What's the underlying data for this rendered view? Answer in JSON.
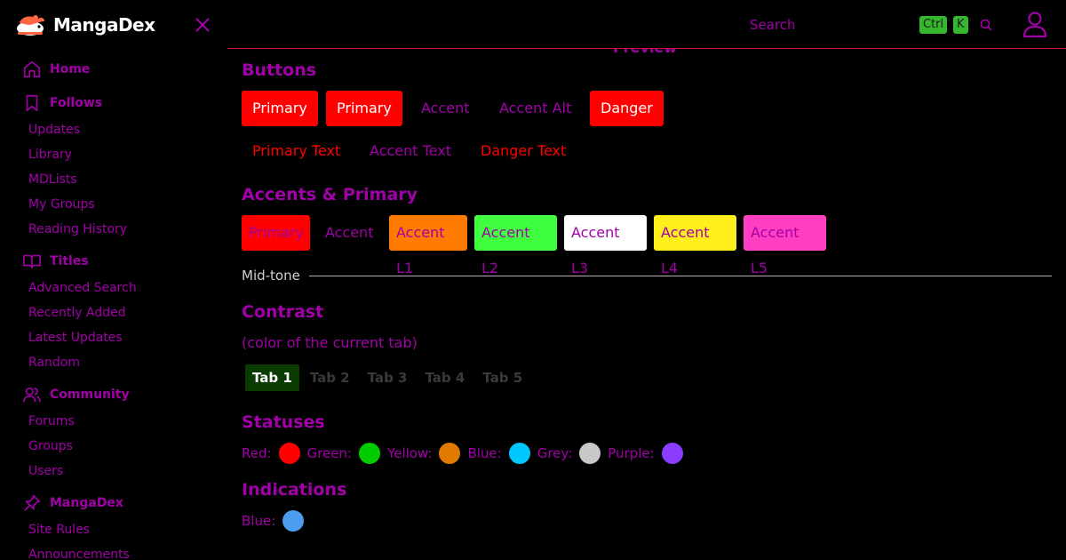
{
  "brand": {
    "name": "MangaDex"
  },
  "sidebar": {
    "sections": [
      {
        "label": "Home",
        "icon": "home-icon",
        "items": []
      },
      {
        "label": "Follows",
        "icon": "bookmark-icon",
        "items": [
          "Updates",
          "Library",
          "MDLists",
          "My Groups",
          "Reading History"
        ]
      },
      {
        "label": "Titles",
        "icon": "book-icon",
        "items": [
          "Advanced Search",
          "Recently Added",
          "Latest Updates",
          "Random"
        ]
      },
      {
        "label": "Community",
        "icon": "users-icon",
        "items": [
          "Forums",
          "Groups",
          "Users"
        ]
      },
      {
        "label": "MangaDex",
        "icon": "pin-icon",
        "items": [
          "Site Rules",
          "Announcements"
        ]
      }
    ]
  },
  "header": {
    "search_placeholder": "Search",
    "kbd_ctrl": "Ctrl",
    "kbd_k": "K"
  },
  "main": {
    "preview_heading": "Preview",
    "buttons_heading": "Buttons",
    "buttons_row1": [
      "Primary",
      "Primary",
      "Accent",
      "Accent Alt",
      "Danger"
    ],
    "buttons_row2": [
      "Primary Text",
      "Accent Text",
      "Danger Text"
    ],
    "accents_heading": "Accents & Primary",
    "accent_swatches": [
      {
        "label": "Primary",
        "bg": "#ff0000"
      },
      {
        "label": "Accent",
        "bg": "transparent"
      },
      {
        "label": "Accent L1",
        "bg": "#ff7b00"
      },
      {
        "label": "Accent L2",
        "bg": "#40ff40"
      },
      {
        "label": "Accent L3",
        "bg": "#ffffff"
      },
      {
        "label": "Accent L4",
        "bg": "#fff01c"
      },
      {
        "label": "Accent L5",
        "bg": "#ff3ec1"
      }
    ],
    "midtone_label": "Mid-tone",
    "contrast_heading": "Contrast",
    "contrast_sub": "(color of the current tab)",
    "tabs": [
      "Tab 1",
      "Tab 2",
      "Tab 3",
      "Tab 4",
      "Tab 5"
    ],
    "active_tab": 0,
    "statuses_heading": "Statuses",
    "statuses": [
      {
        "label": "Red:",
        "color": "#ff0000"
      },
      {
        "label": "Green:",
        "color": "#00cc00"
      },
      {
        "label": "Yellow:",
        "color": "#e07a00"
      },
      {
        "label": "Blue:",
        "color": "#00c8ff"
      },
      {
        "label": "Grey:",
        "color": "#c8c8c8"
      },
      {
        "label": "Purple:",
        "color": "#8a3cff"
      }
    ],
    "indications_heading": "Indications",
    "indications": [
      {
        "label": "Blue:",
        "color": "#4c9cf0"
      }
    ]
  },
  "colors": {
    "accent": "#a100a8",
    "primary": "#ff0000",
    "header_border": "#c8102e",
    "background": "#000000"
  }
}
